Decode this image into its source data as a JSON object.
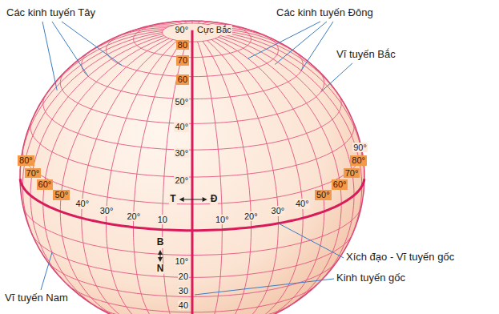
{
  "diagram": {
    "labels": [
      "Các kinh tuyến Tây",
      "Các kinh tuyến Đông",
      "Vĩ tuyến Bắc",
      "90°",
      "Cực Bắc",
      "80",
      "70",
      "60",
      "50°",
      "40°",
      "30°",
      "20°",
      "80°",
      "70°",
      "60°",
      "50°",
      "40°",
      "30°",
      "20°",
      "10",
      "T",
      "Đ",
      "B",
      "N",
      "10°",
      "20°",
      "30°",
      "40°",
      "50°",
      "60°",
      "70°",
      "80°",
      "90°",
      "10°",
      "20",
      "30",
      "40",
      "Xích đạo - Vĩ tuyến gốc",
      "Kinh tuyến gốc",
      "Vĩ tuyến Nam"
    ]
  }
}
